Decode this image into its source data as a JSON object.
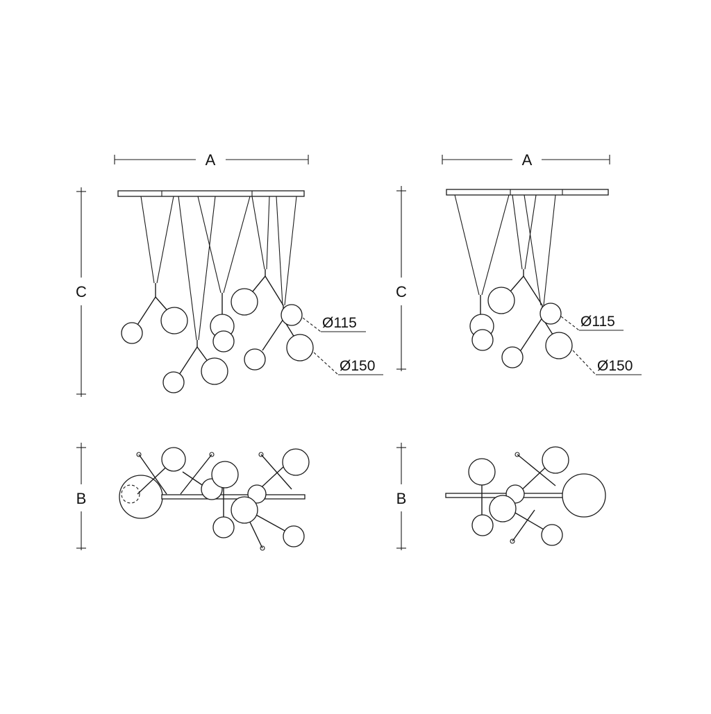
{
  "dimensions": {
    "width_letter": "A",
    "depth_letter": "B",
    "height_letter": "C"
  },
  "globes": {
    "small_label": "Ø115",
    "large_label": "Ø150"
  },
  "views": [
    {
      "name": "large-fixture",
      "a": "A",
      "b": "B",
      "c": "C",
      "small": "Ø115",
      "large": "Ø150"
    },
    {
      "name": "small-fixture",
      "a": "A",
      "b": "B",
      "c": "C",
      "small": "Ø115",
      "large": "Ø150"
    }
  ]
}
